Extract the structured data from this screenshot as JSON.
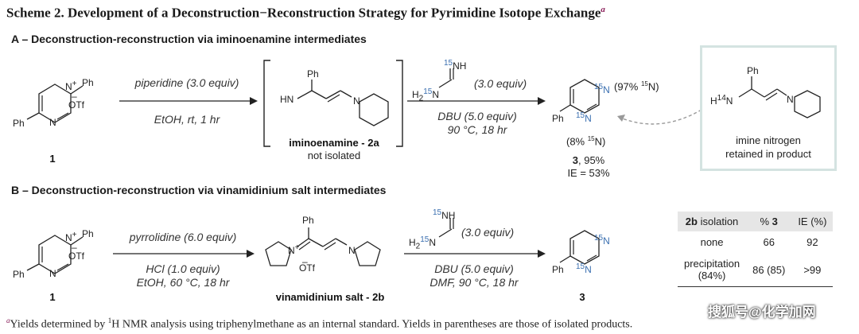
{
  "title": {
    "prefix": "Scheme 2.",
    "text": "Development of a Deconstruction−Reconstruction Strategy for Pyrimidine Isotope Exchange",
    "mark": "a"
  },
  "sectionA": {
    "title": "A – Deconstruction-reconstruction via iminoenamine intermediates",
    "step1": {
      "reagent": "piperidine (3.0 equiv)",
      "conditions": "EtOH, rt, 1 hr"
    },
    "step2": {
      "reagent": "(3.0 equiv)",
      "base": "DBU (5.0 equiv)",
      "conditions": "90 °C, 18 hr"
    },
    "intermediate": {
      "name": "iminoenamine - 2a",
      "note": "not isolated"
    },
    "compound1": "1",
    "product": {
      "name": "3",
      "yield": ", 95%",
      "ie": "IE = 53%",
      "top_pct": "(97% ",
      "top_pct_end": "N)",
      "bot_pct": "(8% ",
      "bot_pct_end": "N)"
    },
    "callout": {
      "line1": "imine nitrogen",
      "line2": "retained in product"
    }
  },
  "sectionB": {
    "title": "B – Deconstruction-reconstruction via vinamidinium salt intermediates",
    "step1": {
      "reagent": "pyrrolidine (6.0 equiv)",
      "acid": "HCl (1.0 equiv)",
      "conditions": "EtOH, 60 °C, 18 hr"
    },
    "step2": {
      "reagent": "(3.0 equiv)",
      "base": "DBU (5.0 equiv)",
      "conditions": "DMF, 90 °C, 18 hr"
    },
    "intermediate": {
      "name": "vinamidinium salt - 2b"
    },
    "compound1": "1",
    "product": {
      "name": "3"
    }
  },
  "table": {
    "headers": [
      "isolation",
      "% ",
      "IE (%)"
    ],
    "header_bold": [
      "2b",
      "3"
    ],
    "rows": [
      {
        "label": "none",
        "label2": "",
        "yield": "66",
        "ie": "92"
      },
      {
        "label": "precipitation",
        "label2": "(84%)",
        "yield": "86 (85)",
        "ie": ">99"
      }
    ]
  },
  "atoms": {
    "ph": "Ph",
    "n": "N",
    "n_plus": "+",
    "otf": "OTf",
    "minus": "–",
    "hn": "HN",
    "h": "H",
    "nh": "NH",
    "iso15": "15",
    "iso14": "14",
    "h2": "H",
    "h2sub": "2"
  },
  "footnote": {
    "mark": "a",
    "text_a": "Yields determined by ",
    "sup": "1",
    "text_b": "H NMR analysis using triphenylmethane as an internal standard. Yields in parentheses are those of isolated products."
  },
  "watermark": "搜狐号@化学加网"
}
